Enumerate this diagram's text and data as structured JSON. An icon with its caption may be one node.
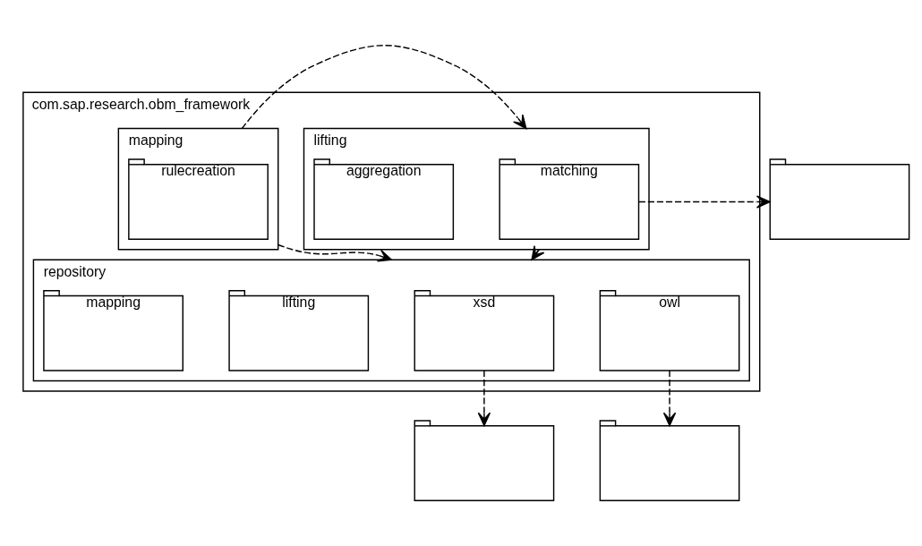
{
  "diagram": {
    "nodes": [
      {
        "text": [
          "com.sap.research.obm_framework"
        ]
      },
      {
        "text": [
          "lifting"
        ],
        "in": 0
      },
      {
        "text": [
          "matching"
        ],
        "in": 1
      },
      {
        "text": [
          "aggregation"
        ],
        "in": 1
      },
      {
        "text": [
          "mapping"
        ],
        "in": 0
      },
      {
        "text": [
          "rulecreation"
        ],
        "in": 4
      },
      {
        "text": [
          "repository"
        ],
        "in": 0
      },
      {
        "text": [
          "xsd"
        ],
        "in": 6
      },
      {
        "text": [
          "owl"
        ],
        "in": 6
      },
      {
        "text": [
          "lifting"
        ],
        "in": 6
      },
      {
        "text": [
          "mapping"
        ],
        "in": 6
      },
      {
        "text": [],
        "shape": "box"
      },
      {
        "text": [],
        "shape": "box"
      },
      {
        "text": [],
        "shape": "box"
      }
    ],
    "edges": [
      {
        "from": 2,
        "to": 11,
        "arrow": "to",
        "style": "dashed"
      },
      {
        "from": 4,
        "to": 1,
        "arrow": "to",
        "style": "dashed"
      },
      {
        "from": 1,
        "to": 6,
        "arrow": "to",
        "style": "dashed"
      },
      {
        "from": 4,
        "to": 6,
        "arrow": "to",
        "style": "dashed"
      },
      {
        "from": 7,
        "to": 12,
        "arrow": "to",
        "style": "dashed"
      },
      {
        "from": 8,
        "to": 13,
        "arrow": "to",
        "style": "dashed"
      }
    ]
  }
}
